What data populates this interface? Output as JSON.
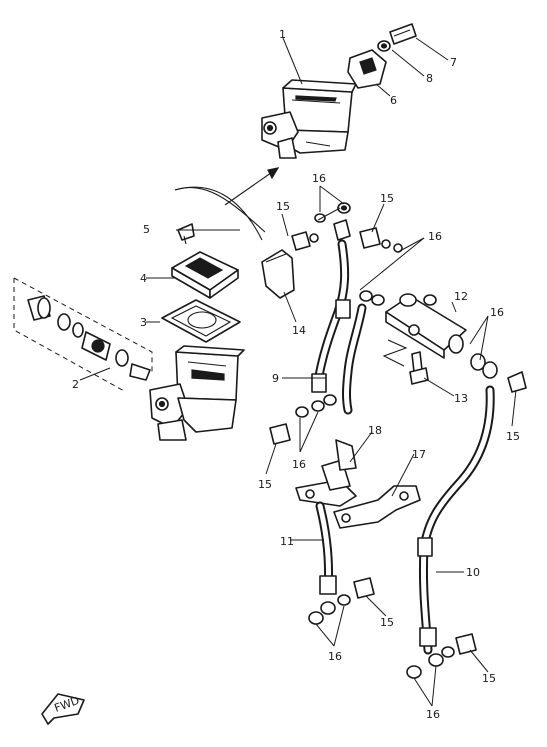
{
  "callouts": {
    "c1": "1",
    "c2": "2",
    "c3": "3",
    "c4": "4",
    "c5": "5",
    "c6": "6",
    "c7": "7",
    "c8": "8",
    "c9": "9",
    "c10": "10",
    "c11": "11",
    "c12": "12",
    "c13": "13",
    "c14": "14",
    "c15a": "15",
    "c15b": "15",
    "c15c": "15",
    "c15d": "15",
    "c15e": "15",
    "c15f": "15",
    "c16a": "16",
    "c16b": "16",
    "c16c": "16",
    "c16d": "16",
    "c16e": "16",
    "c16f": "16",
    "c17": "17",
    "c18": "18"
  },
  "front_marker": "FWD"
}
